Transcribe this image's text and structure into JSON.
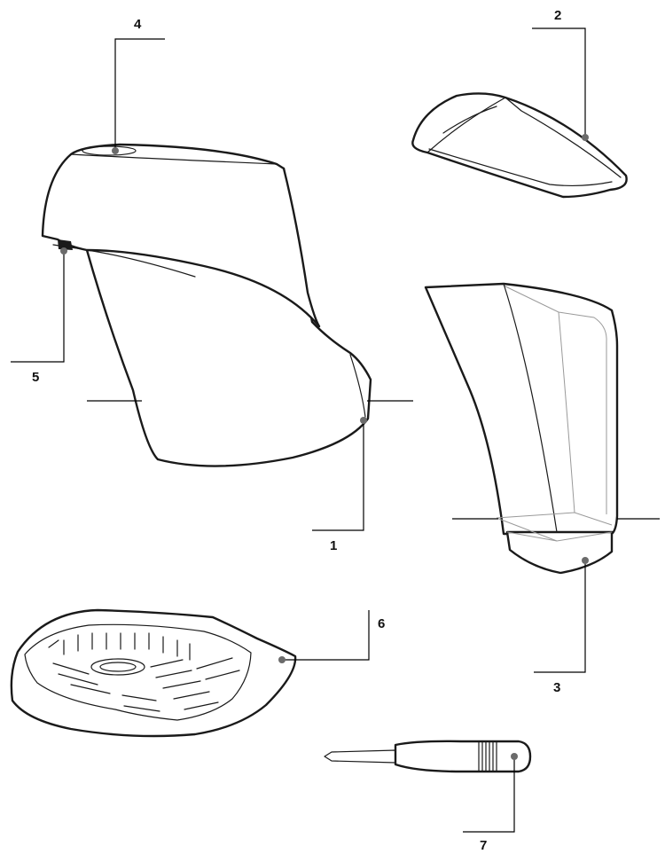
{
  "callouts": {
    "c1": "1",
    "c2": "2",
    "c3": "3",
    "c4": "4",
    "c5": "5",
    "c6": "6",
    "c7": "7"
  },
  "parts": {
    "p1": "main-housing",
    "p2": "lid",
    "p3": "water-tank",
    "p4": "top-opening",
    "p5": "nozzle",
    "p6": "drip-tray",
    "p7": "screwdriver"
  },
  "colors": {
    "line": "#1a1a1a",
    "dot": "#6b6b6b",
    "ghost": "#9a9a9a"
  }
}
